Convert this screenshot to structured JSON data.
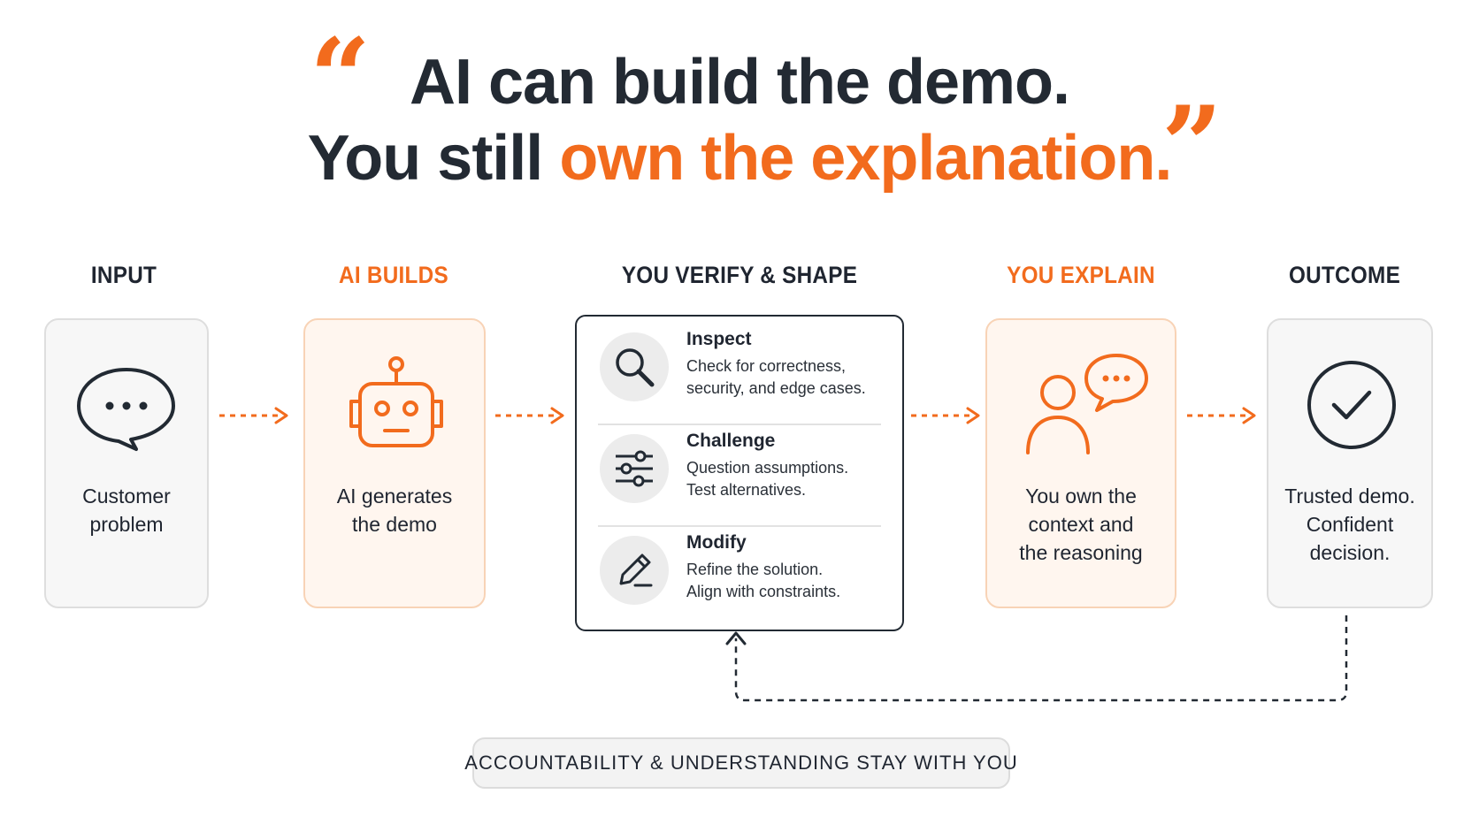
{
  "headline": {
    "open_quote": "“",
    "close_quote": "”",
    "line1": "AI can build the demo.",
    "line2_prefix": "You still ",
    "line2_accent": "own the explanation."
  },
  "colors": {
    "accent": "#f26b1d",
    "text": "#1f2530",
    "card_gray_bg": "#f7f7f7",
    "card_orange_bg": "#fff6ef",
    "card_orange_border": "#f8d3b6"
  },
  "stages": [
    {
      "label": "INPUT",
      "icon": "speech-bubble-icon",
      "text_lines": [
        "Customer",
        "problem"
      ]
    },
    {
      "label": "AI BUILDS",
      "icon": "robot-icon",
      "text_lines": [
        "AI generates",
        "the demo"
      ]
    },
    {
      "label": "YOU VERIFY & SHAPE"
    },
    {
      "label": "YOU EXPLAIN",
      "icon": "person-speaking-icon",
      "text_lines": [
        "You own the",
        "context and",
        "the reasoning"
      ]
    },
    {
      "label": "OUTCOME",
      "icon": "check-circle-icon",
      "text_lines": [
        "Trusted demo.",
        "Confident",
        "decision."
      ]
    }
  ],
  "verify": [
    {
      "icon": "magnifier-icon",
      "title": "Inspect",
      "lines": [
        "Check for correctness,",
        "security, and edge cases."
      ]
    },
    {
      "icon": "sliders-icon",
      "title": "Challenge",
      "lines": [
        "Question assumptions.",
        "Test alternatives."
      ]
    },
    {
      "icon": "pencil-icon",
      "title": "Modify",
      "lines": [
        "Refine the solution.",
        "Align with constraints."
      ]
    }
  ],
  "footer": {
    "label": "ACCOUNTABILITY & UNDERSTANDING STAY WITH YOU"
  }
}
